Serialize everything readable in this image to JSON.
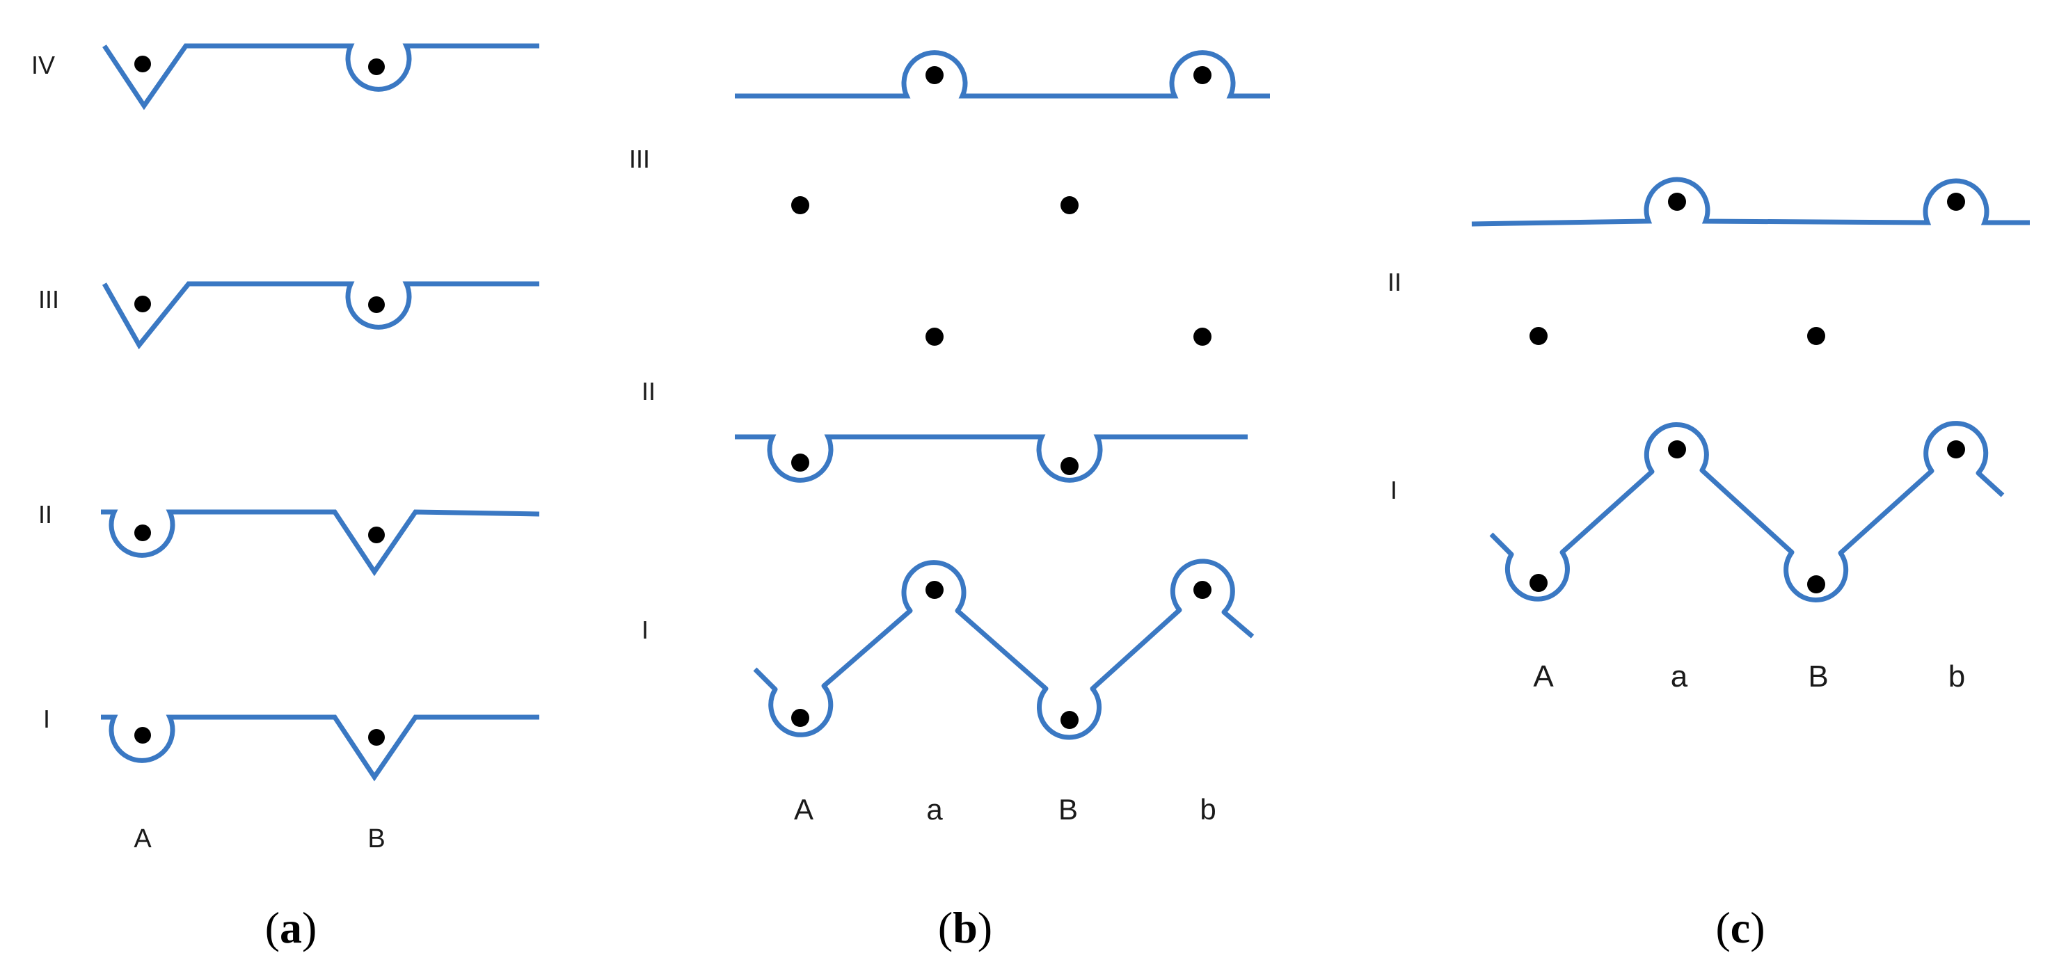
{
  "colors": {
    "line": "#3a78c3",
    "dot": "#000000",
    "text": "#1a1a1a"
  },
  "panel_a": {
    "caption_open": "(",
    "caption_letter": "a",
    "caption_close": ")",
    "rows": [
      "IV",
      "III",
      "II",
      "I"
    ],
    "columns": [
      "A",
      "B"
    ]
  },
  "panel_b": {
    "caption_open": "(",
    "caption_letter": "b",
    "caption_close": ")",
    "rows": [
      "III",
      "II",
      "I"
    ],
    "columns": [
      "A",
      "a",
      "B",
      "b"
    ]
  },
  "panel_c": {
    "caption_open": "(",
    "caption_letter": "c",
    "caption_close": ")",
    "rows": [
      "II",
      "I"
    ],
    "columns": [
      "A",
      "a",
      "B",
      "b"
    ]
  }
}
